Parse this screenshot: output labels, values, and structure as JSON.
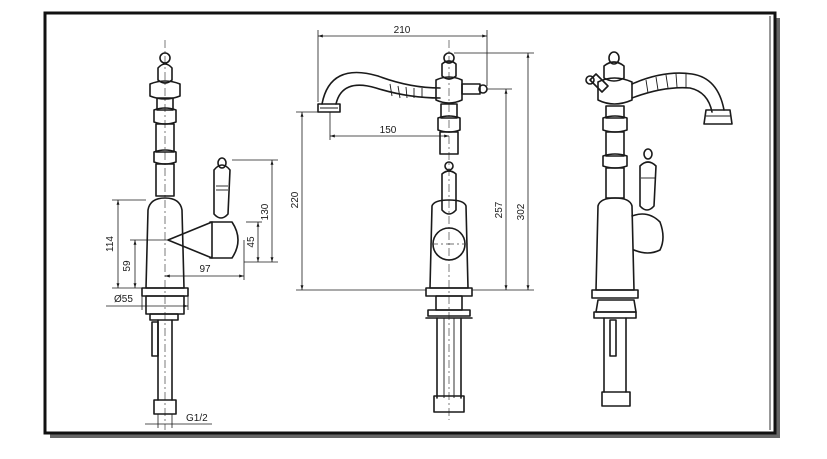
{
  "drawing": {
    "dimensions": {
      "width_spout": "210",
      "reach": "150",
      "height_total": "302",
      "height_spout_tip": "257",
      "height_spout_bottom": "220",
      "height_body": "114",
      "height_lever_axis": "59",
      "lever_depth": "97",
      "handle_height": "130",
      "lever_offset": "45",
      "base_diameter": "Ø55",
      "thread": "G1/2"
    }
  }
}
